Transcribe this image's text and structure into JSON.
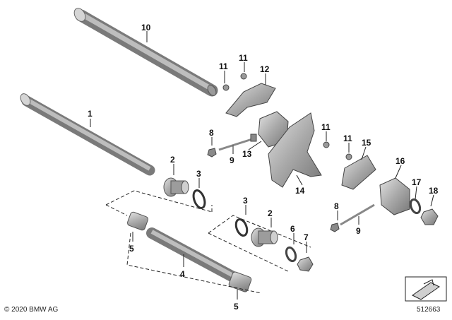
{
  "callouts": {
    "c1": "1",
    "c2a": "2",
    "c2b": "2",
    "c3a": "3",
    "c3b": "3",
    "c4": "4",
    "c5a": "5",
    "c5b": "5",
    "c6": "6",
    "c7": "7",
    "c8a": "8",
    "c8b": "8",
    "c9a": "9",
    "c9b": "9",
    "c10": "10",
    "c11a": "11",
    "c11b": "11",
    "c11c": "11",
    "c11d": "11",
    "c12": "12",
    "c13": "13",
    "c14": "14",
    "c15": "15",
    "c16": "16",
    "c17": "17",
    "c18": "18"
  },
  "footer": {
    "copyright": "© 2020 BMW AG",
    "diagram_id": "512663"
  },
  "colors": {
    "metal_dark": "#7c7c7c",
    "metal_mid": "#a8a8a8",
    "metal_light": "#d9d9d9",
    "ink": "#222222"
  }
}
